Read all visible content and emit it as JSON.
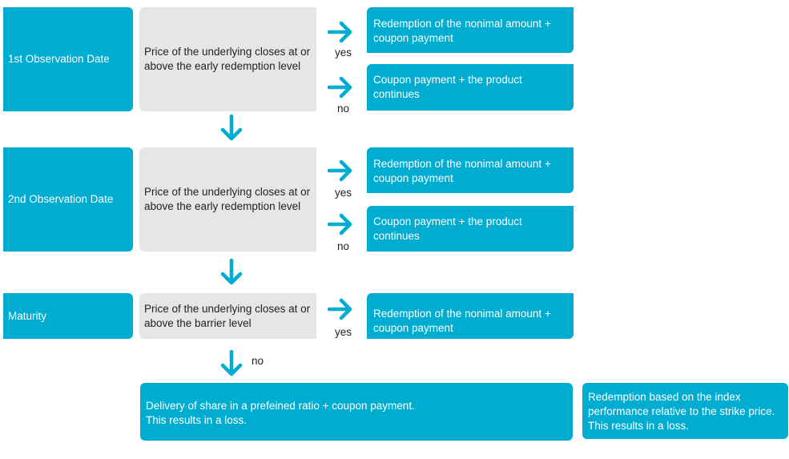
{
  "colors": {
    "accent": "#00acd0",
    "condition_bg": "#e6e6e6",
    "text_dark": "#222222"
  },
  "rows": [
    {
      "stage": "1st Observation Date",
      "condition": "Price of the underlying closes at or\nabove the early redemption level",
      "yes_label": "yes",
      "yes_outcome": "Redemption of the nonimal amount +\ncoupon payment",
      "no_label": "no",
      "no_outcome": "Coupon payment + the product\ncontinues"
    },
    {
      "stage": "2nd Observation Date",
      "condition": "Price of the underlying closes at or\nabove the early redemption level",
      "yes_label": "yes",
      "yes_outcome": "Redemption of the nonimal amount +\ncoupon payment",
      "no_label": "no",
      "no_outcome": "Coupon payment + the product\ncontinues"
    },
    {
      "stage": "Maturity",
      "condition": "Price of the underlying closes at or\nabove the barrier level",
      "yes_label": "yes",
      "yes_outcome": "Redemption of the nonimal amount +\ncoupon payment",
      "no_label": "no"
    }
  ],
  "final_outcomes": [
    "Delivery of share in a prefeined ratio + coupon payment.\nThis results in a loss.",
    "Redemption based on the index\nperformance relative to the strike price.\nThis results in a loss."
  ],
  "icons": {
    "right": "arrow-right-icon",
    "down": "arrow-down-icon"
  }
}
